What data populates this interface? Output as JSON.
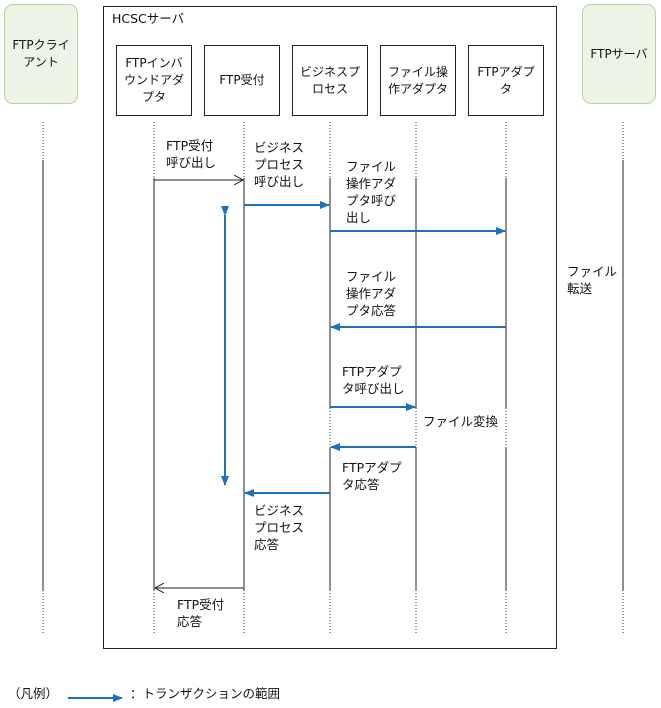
{
  "server": {
    "title": "HCSCサーバ"
  },
  "externals": {
    "ftp_client": "FTPクライ\nアント",
    "ftp_server": "FTPサーバ"
  },
  "components": {
    "inbound": "FTPインバ\nウンドアダ\nプタ",
    "ftp_receive": "FTP受付",
    "business_process": "ビジネスプ\nロセス",
    "file_op_adapter": "ファイル操\n作アダプタ",
    "ftp_adapter": "FTPアダプ\nタ"
  },
  "messages": {
    "ftp_receive_call": "FTP受付\n呼び出し",
    "bp_call": "ビジネス\nプロセス\n呼び出し",
    "file_op_call": "ファイル\n操作アダ\nプタ呼び\n出し",
    "file_transfer": "ファイル\n転送",
    "file_op_response": "ファイル\n操作アダ\nプタ応答",
    "ftp_adapter_call": "FTPアダプ\nタ呼び出し",
    "file_convert": "ファイル変換",
    "ftp_adapter_response": "FTPアダプ\nタ応答",
    "bp_response": "ビジネス\nプロセス\n応答",
    "ftp_receive_response": "FTP受付\n応答"
  },
  "legend": {
    "prefix": "（凡例）",
    "description": "：トランザクションの範囲"
  },
  "colors": {
    "transaction_arrow": "#1f6fbf",
    "plain_line": "#222222",
    "external_fill": "#edf4e5",
    "external_border": "#b9d3a0"
  }
}
